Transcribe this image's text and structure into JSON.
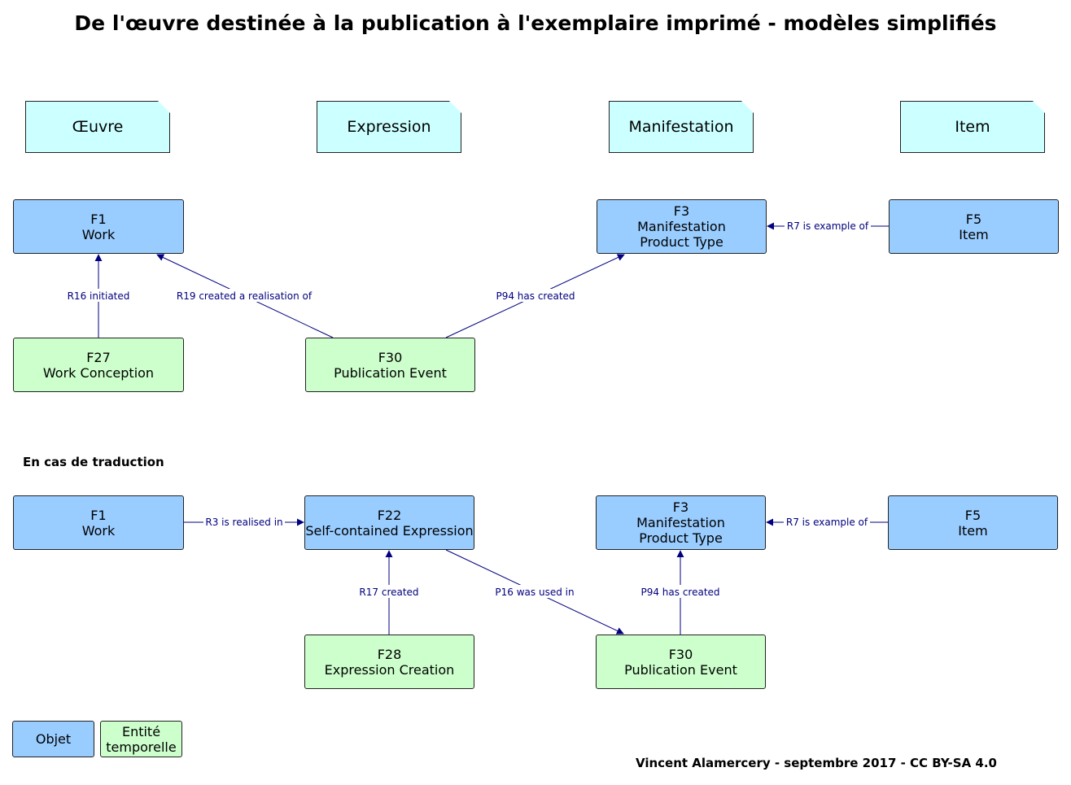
{
  "title": "De l'œuvre destinée à la publication à l'exemplaire imprimé - modèles simplifiés",
  "columns": [
    "Œuvre",
    "Expression",
    "Manifestation",
    "Item"
  ],
  "section1": {
    "nodes": {
      "f1": {
        "code": "F1",
        "label": "Work"
      },
      "f3": {
        "code": "F3",
        "label1": "Manifestation",
        "label2": "Product Type"
      },
      "f5": {
        "code": "F5",
        "label": "Item"
      },
      "f27": {
        "code": "F27",
        "label": "Work Conception"
      },
      "f30": {
        "code": "F30",
        "label": "Publication Event"
      }
    },
    "edges": {
      "r7": "R7 is example of",
      "r16": "R16 initiated",
      "r19": "R19 created a realisation of",
      "p94": "P94 has created"
    }
  },
  "translation_heading": "En cas de traduction",
  "section2": {
    "nodes": {
      "f1": {
        "code": "F1",
        "label": "Work"
      },
      "f22": {
        "code": "F22",
        "label": "Self-contained Expression"
      },
      "f3": {
        "code": "F3",
        "label1": "Manifestation",
        "label2": "Product Type"
      },
      "f5": {
        "code": "F5",
        "label": "Item"
      },
      "f28": {
        "code": "F28",
        "label": "Expression Creation"
      },
      "f30": {
        "code": "F30",
        "label": "Publication Event"
      }
    },
    "edges": {
      "r3": "R3 is realised in",
      "r7": "R7 is example of",
      "r17": "R17 created",
      "p16": "P16 was used in",
      "p94": "P94 has created"
    }
  },
  "legend": {
    "object": "Objet",
    "temporal1": "Entité",
    "temporal2": "temporelle"
  },
  "credit": "Vincent Alamercery - septembre 2017 - CC BY-SA 4.0",
  "colors": {
    "object_fill": "#99ccff",
    "temporal_fill": "#ccffcc",
    "note_fill": "#ccffff",
    "edge": "#000080"
  }
}
